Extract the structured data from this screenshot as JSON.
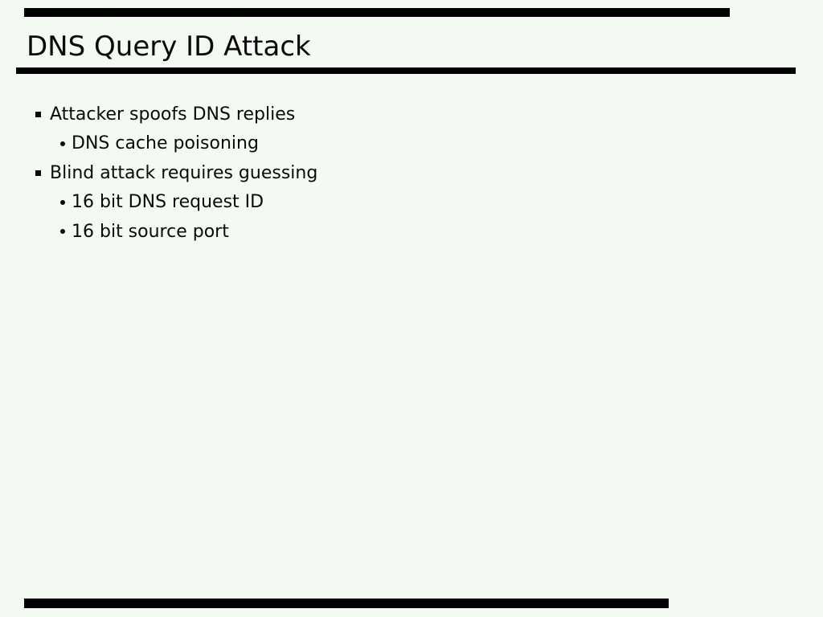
{
  "slide": {
    "title": "DNS Query ID Attack",
    "bullets": [
      {
        "level": 1,
        "text": "Attacker spoofs DNS replies"
      },
      {
        "level": 2,
        "text": "DNS cache poisoning"
      },
      {
        "level": 1,
        "text": "Blind attack requires guessing"
      },
      {
        "level": 2,
        "text": "16 bit DNS request ID"
      },
      {
        "level": 2,
        "text": "16 bit source port"
      }
    ],
    "colors": {
      "background": "#f4f9f4",
      "text": "#0a0a0a",
      "rule": "#000000"
    }
  }
}
